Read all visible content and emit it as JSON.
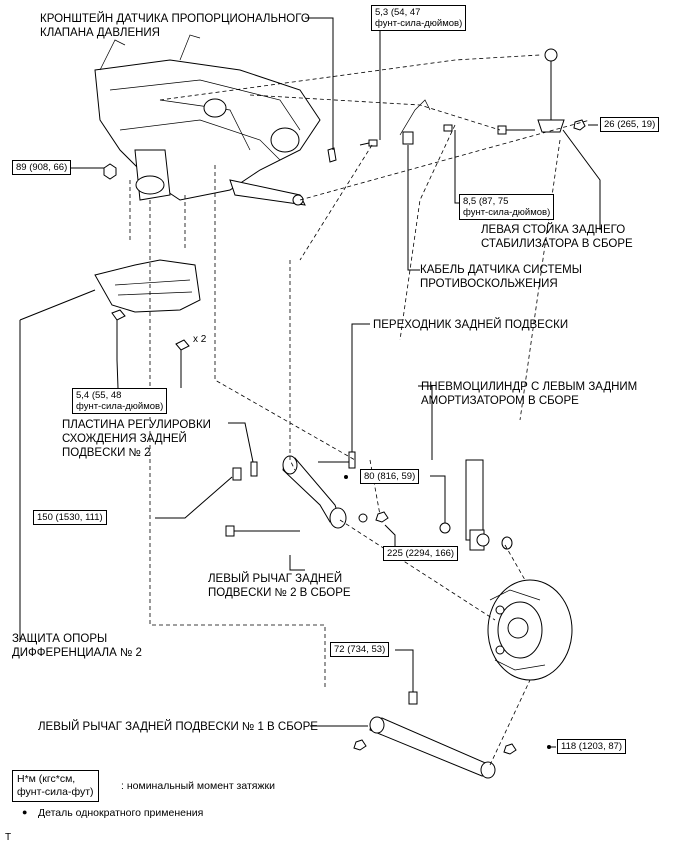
{
  "labels": {
    "bracket": "КРОНШТЕЙН ДАТЧИКА ПРОПОРЦИОНАЛЬНОГО\nКЛАПАНА ДАВЛЕНИЯ",
    "stabilizer_link": "ЛЕВАЯ СТОЙКА ЗАДНЕГО\nСТАБИЛИЗАТОРА В СБОРЕ",
    "skid_sensor_cable": "КАБЕЛЬ ДАТЧИКА СИСТЕМЫ\nПРОТИВОСКОЛЬЖЕНИЯ",
    "adapter": "ПЕРЕХОДНИК ЗАДНЕЙ ПОДВЕСКИ",
    "air_cylinder": "ПНЕВМОЦИЛИНДР С ЛЕВЫМ ЗАДНИМ\nАМОРТИЗАТОРОМ В СБОРЕ",
    "toe_plate": "ПЛАСТИНА РЕГУЛИРОВКИ\nСХОЖДЕНИЯ ЗАДНЕЙ\nПОДВЕСКИ № 2",
    "arm2": "ЛЕВЫЙ РЫЧАГ ЗАДНЕЙ\nПОДВЕСКИ № 2 В СБОРЕ",
    "diff_guard": "ЗАЩИТА ОПОРЫ\nДИФФЕРЕНЦИАЛА № 2",
    "arm1": "ЛЕВЫЙ РЫЧАГ ЗАДНЕЙ ПОДВЕСКИ № 1 В СБОРЕ"
  },
  "torques": {
    "t_5_3": "5,3 (54, 47\nфунт-сила-дюймов)",
    "t_26": "26 (265, 19)",
    "t_89": "89 (908, 66)",
    "t_8_5": "8,5 (87, 75\nфунт-сила-дюймов)",
    "t_5_4": "5,4 (55, 48\nфунт-сила-дюймов)",
    "t_80": "80 (816, 59)",
    "t_150": "150 (1530, 111)",
    "t_225": "225 (2294, 166)",
    "t_72": "72 (734, 53)",
    "t_118": "118 (1203, 87)"
  },
  "extras": {
    "x2": "x 2"
  },
  "legend": {
    "unit_box": "Н*м (кгс*см,\nфунт-сила-фут)",
    "unit_text": ": номинальный момент затяжки",
    "bullet": "●",
    "one_time": "Деталь однократного применения"
  },
  "corner_mark": "T"
}
